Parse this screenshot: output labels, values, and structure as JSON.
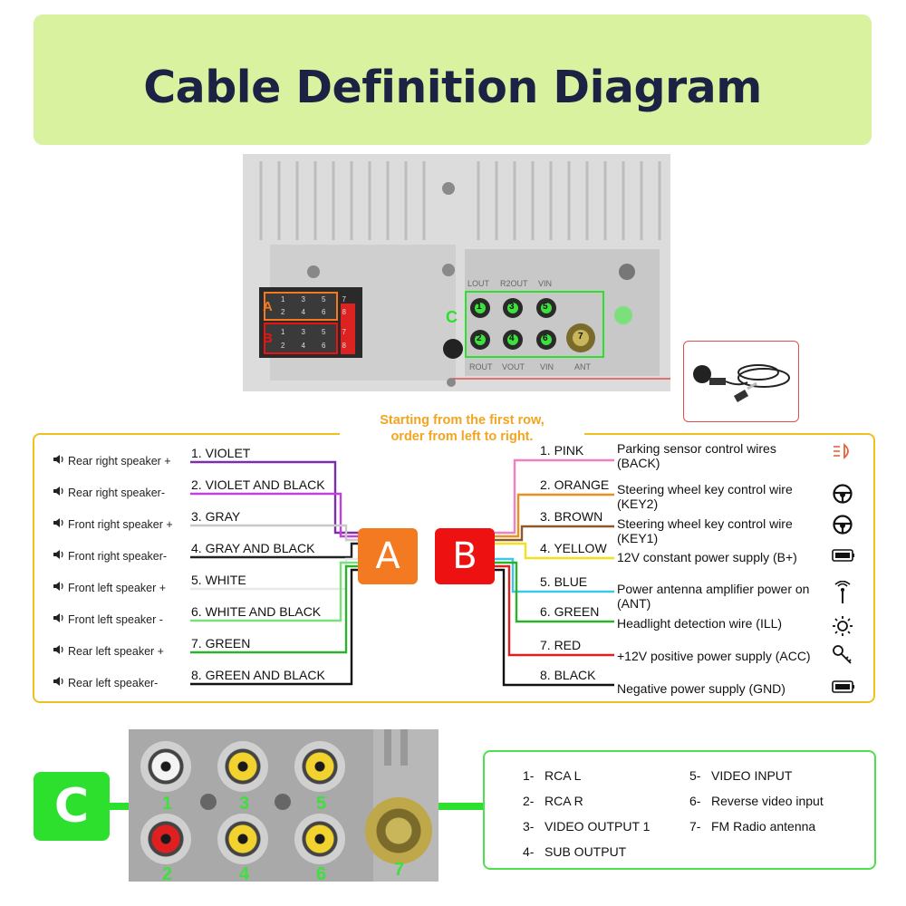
{
  "title": "Cable Definition Diagram",
  "unit_photo": {
    "labels": {
      "a": "A",
      "b": "B",
      "c": "C"
    },
    "top_row_labels": [
      "LOUT",
      "R2OUT",
      "VIN"
    ],
    "bottom_row_labels": [
      "ROUT",
      "VOUT",
      "VIN",
      "ANT"
    ],
    "port_numbers": [
      "1",
      "3",
      "5",
      "2",
      "4",
      "6",
      "7"
    ],
    "connector_a_pins": [
      "1",
      "3",
      "5",
      "7",
      "2",
      "4",
      "6",
      "8"
    ],
    "connector_b_pins": [
      "1",
      "3",
      "5",
      "7",
      "2",
      "4",
      "6",
      "8"
    ]
  },
  "note": {
    "line1": "Starting from the first row,",
    "line2": "order from left to right."
  },
  "connector_a": {
    "badge": "A",
    "wires": [
      {
        "function": "Rear right speaker +",
        "label": "1. VIOLET",
        "color": "#7b2fa8"
      },
      {
        "function": "Rear right speaker-",
        "label": "2. VIOLET AND BLACK",
        "color": "#c040e0"
      },
      {
        "function": "Front right speaker +",
        "label": "3. GRAY",
        "color": "#c8c8c8"
      },
      {
        "function": "Front right speaker-",
        "label": "4. GRAY AND BLACK",
        "color": "#222222"
      },
      {
        "function": "Front left speaker +",
        "label": "5. WHITE",
        "color": "#e8e8e8"
      },
      {
        "function": "Front left speaker -",
        "label": "6. WHITE AND BLACK",
        "color": "#7be07b"
      },
      {
        "function": "Rear left speaker +",
        "label": "7. GREEN",
        "color": "#2bb12b"
      },
      {
        "function": "Rear left speaker-",
        "label": "8. GREEN AND BLACK",
        "color": "#111111"
      }
    ]
  },
  "connector_b": {
    "badge": "B",
    "wires": [
      {
        "label": "1. PINK",
        "function": "Parking sensor control wires (BACK)",
        "icon": "parking-light-icon",
        "color": "#f080c0"
      },
      {
        "label": "2. ORANGE",
        "function": "Steering wheel key control wire (KEY2)",
        "icon": "steering-wheel-icon",
        "color": "#e89020"
      },
      {
        "label": "3. BROWN",
        "function": "Steering wheel key control wire (KEY1)",
        "icon": "steering-wheel-icon",
        "color": "#8a5a2b"
      },
      {
        "label": "4. YELLOW",
        "function": "12V constant power supply (B+)",
        "icon": "battery-icon",
        "color": "#f0e020"
      },
      {
        "label": "5. BLUE",
        "function": "Power antenna amplifier power on (ANT)",
        "icon": "antenna-icon",
        "color": "#3cc8e8"
      },
      {
        "label": "6. GREEN",
        "function": "Headlight detection wire (ILL)",
        "icon": "sun-icon",
        "color": "#2bb12b"
      },
      {
        "label": "7. RED",
        "function": "+12V positive power supply (ACC)",
        "icon": "key-icon",
        "color": "#e02020"
      },
      {
        "label": "8. BLACK",
        "function": "Negative power supply (GND)",
        "icon": "battery-icon",
        "color": "#111111"
      }
    ]
  },
  "section_c": {
    "badge": "C",
    "ports": [
      {
        "num": "1",
        "kind": "white"
      },
      {
        "num": "3",
        "kind": "yellow"
      },
      {
        "num": "5",
        "kind": "yellow"
      },
      {
        "num": "2",
        "kind": "red"
      },
      {
        "num": "4",
        "kind": "yellow"
      },
      {
        "num": "6",
        "kind": "yellow"
      },
      {
        "num": "7",
        "kind": "antenna"
      }
    ],
    "legend": [
      {
        "num": "1-",
        "text": "RCA L"
      },
      {
        "num": "2-",
        "text": "RCA R"
      },
      {
        "num": "3-",
        "text": "VIDEO OUTPUT 1"
      },
      {
        "num": "4-",
        "text": "SUB OUTPUT"
      },
      {
        "num": "5-",
        "text": "VIDEO INPUT"
      },
      {
        "num": "6-",
        "text": "Reverse video input"
      },
      {
        "num": "7-",
        "text": "FM Radio antenna"
      }
    ]
  },
  "colors": {
    "banner": "#d9f2a0",
    "title": "#1b2244",
    "accent_orange": "#f37a21",
    "accent_red": "#ee1111",
    "accent_green": "#2ee02e",
    "panel_border": "#f0c020"
  }
}
